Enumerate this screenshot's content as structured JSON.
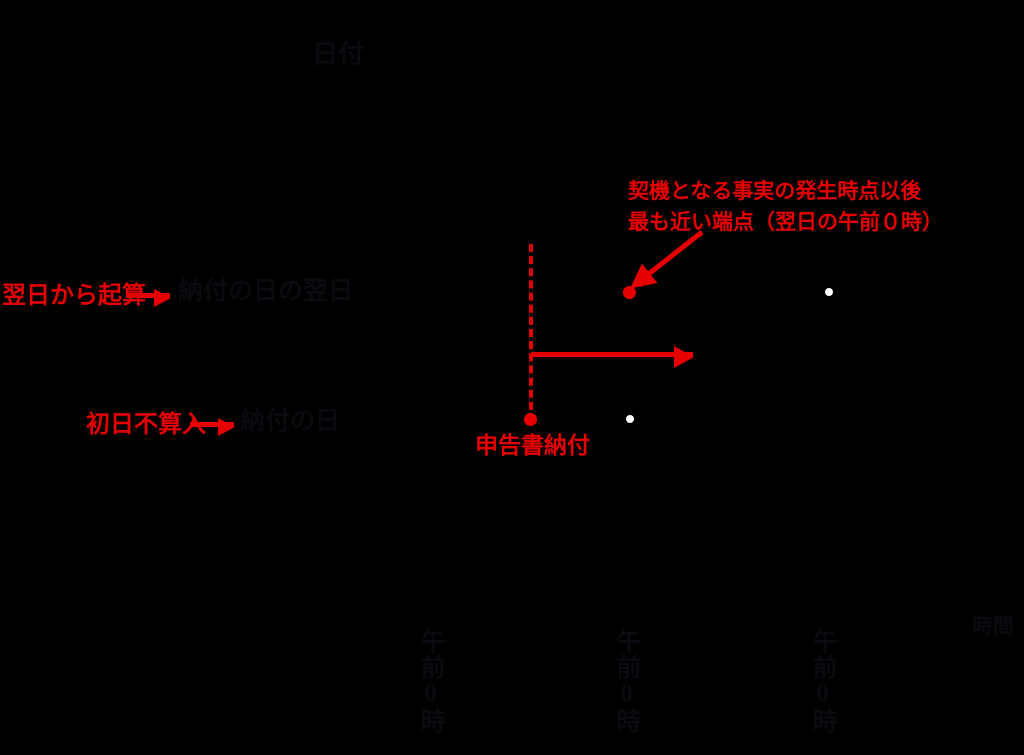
{
  "diagram": {
    "axis": {
      "y_axis_label": "日付",
      "x_axis_label": "時間",
      "tick_labels": [
        {
          "text": "午前0時"
        },
        {
          "text": "午前0時"
        },
        {
          "text": "午前0時"
        }
      ]
    },
    "series_labels": [
      {
        "text": "納付の日の翌日"
      },
      {
        "text": "納付の日"
      }
    ],
    "annotations": {
      "start_count_label": "翌日から起算",
      "first_day_excluded_label": "初日不算入",
      "filing_payment_label": "申告書納付",
      "endpoint_callout_line1": "契機となる事実の発生時点以後",
      "endpoint_callout_line2": "最も近い端点（翌日の午前０時）"
    },
    "colors": {
      "background": "#000000",
      "annotation_red": "#e60000",
      "base_text": "#0a0a10",
      "data_point_white": "#ffffff"
    }
  }
}
